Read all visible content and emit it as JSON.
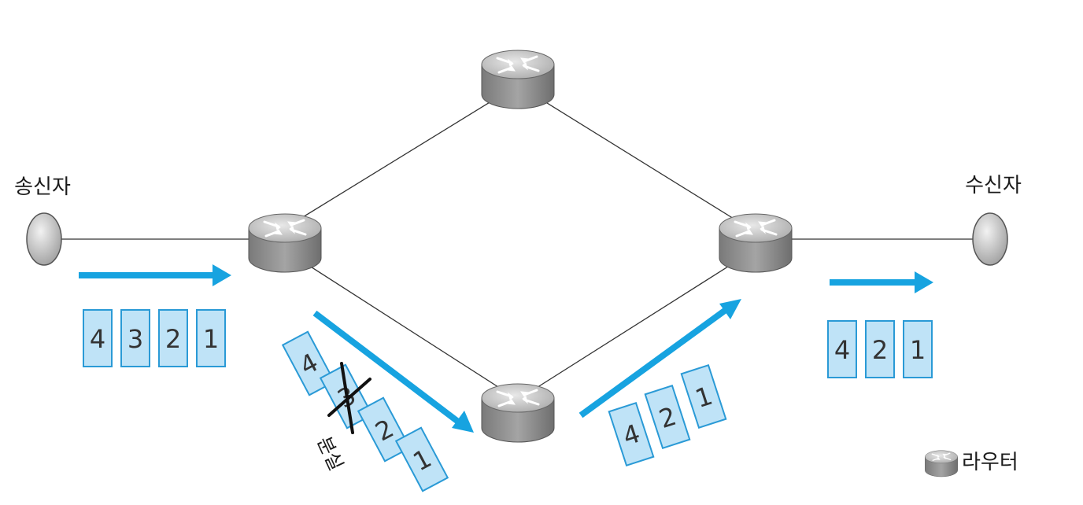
{
  "labels": {
    "sender": "송신자",
    "receiver": "수신자",
    "lost": "분실",
    "legend_router": "라우터"
  },
  "packets": {
    "sent": [
      "4",
      "3",
      "2",
      "1"
    ],
    "lower_path": [
      "4",
      "3",
      "2",
      "1"
    ],
    "lost_packet": "3",
    "after_loss": [
      "4",
      "2",
      "1"
    ],
    "received": [
      "4",
      "2",
      "1"
    ]
  },
  "colors": {
    "arrow": "#17a3e0",
    "packet_fill": "#bfe3f7",
    "packet_stroke": "#2a9ad6",
    "router_body": "#8c8c8c",
    "router_top": "#c9c9c9",
    "line": "#333333"
  },
  "icons": [
    "router-icon",
    "host-icon",
    "arrow-icon",
    "cross-icon"
  ]
}
